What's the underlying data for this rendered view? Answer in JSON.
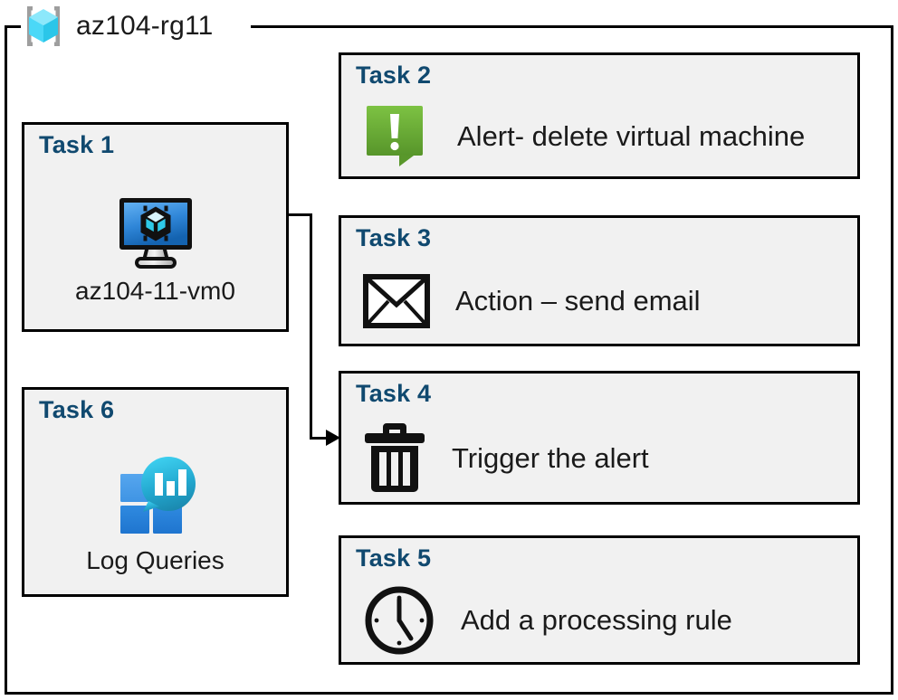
{
  "resource_group": {
    "name": "az104-rg11",
    "icon": "azure-resource-group-cube-icon"
  },
  "colors": {
    "task_title": "#10496f",
    "card_fill": "#f1f1f1",
    "card_border": "#000000",
    "alert_green_light": "#7ac143",
    "alert_green_dark": "#5b9a2b",
    "vm_blue_light": "#5aa7ef",
    "vm_blue_dark": "#1463b0",
    "log_cyan": "#32c5e8",
    "log_teal": "#1b8fb5",
    "log_blue_light": "#4a9be8",
    "log_blue_dark": "#1e7bd8",
    "rg_cube_top": "#8ce8fb",
    "rg_cube_left": "#3fd3f5",
    "rg_cube_right": "#29c6e8",
    "rg_bracket": "#9e9e9e"
  },
  "tasks": [
    {
      "id": "task-1",
      "title": "Task 1",
      "caption": "az104-11-vm0",
      "icon": "virtual-machine-icon",
      "column": "left"
    },
    {
      "id": "task-2",
      "title": "Task 2",
      "caption": "Alert- delete virtual machine",
      "icon": "alert-exclamation-icon",
      "column": "right"
    },
    {
      "id": "task-3",
      "title": "Task 3",
      "caption": "Action – send email",
      "icon": "envelope-icon",
      "column": "right"
    },
    {
      "id": "task-4",
      "title": "Task 4",
      "caption": "Trigger the alert",
      "icon": "trash-can-icon",
      "column": "right"
    },
    {
      "id": "task-5",
      "title": "Task 5",
      "caption": "Add a processing rule",
      "icon": "clock-icon",
      "column": "right"
    },
    {
      "id": "task-6",
      "title": "Task 6",
      "caption": "Log Queries",
      "icon": "log-analytics-icon",
      "column": "left"
    }
  ],
  "connector": {
    "from": "task-1",
    "to": "task-4",
    "style": "elbow-arrow"
  }
}
